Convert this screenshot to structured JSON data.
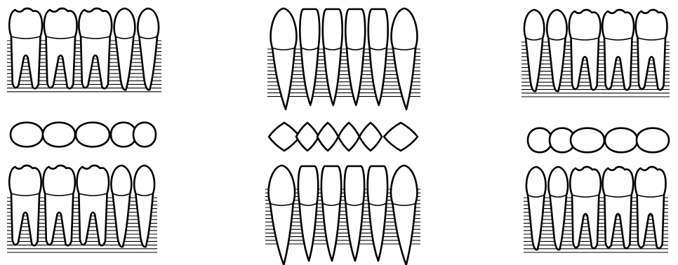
{
  "figure": {
    "background": "#ffffff",
    "ink": "#000000"
  },
  "panels": [
    {
      "id": "upper-left",
      "row": "upper",
      "group": "left",
      "tooth_types": [
        "molar",
        "molar",
        "molar",
        "premolar",
        "premolar"
      ]
    },
    {
      "id": "upper-center",
      "row": "upper",
      "group": "center",
      "tooth_types": [
        "canine",
        "incisor",
        "incisor",
        "incisor",
        "incisor",
        "canine"
      ]
    },
    {
      "id": "upper-right",
      "row": "upper",
      "group": "right",
      "tooth_types": [
        "premolar",
        "premolar",
        "molar",
        "molar",
        "molar"
      ]
    },
    {
      "id": "lower-left",
      "row": "lower",
      "group": "left",
      "tooth_types": [
        "molar",
        "molar",
        "molar",
        "premolar",
        "premolar"
      ]
    },
    {
      "id": "lower-center",
      "row": "lower",
      "group": "center",
      "tooth_types": [
        "canine",
        "incisor",
        "incisor",
        "incisor",
        "incisor",
        "canine"
      ]
    },
    {
      "id": "lower-right",
      "row": "lower",
      "group": "right",
      "tooth_types": [
        "premolar",
        "premolar",
        "molar",
        "molar",
        "molar"
      ]
    }
  ],
  "occlusal_rows": [
    {
      "id": "occlusal-left",
      "shapes": [
        "round",
        "round",
        "round",
        "round",
        "round"
      ]
    },
    {
      "id": "occlusal-center",
      "shapes": [
        "diamond",
        "diamond",
        "diamond",
        "diamond",
        "diamond",
        "diamond"
      ]
    },
    {
      "id": "occlusal-right",
      "shapes": [
        "round",
        "round",
        "round",
        "round",
        "round"
      ]
    }
  ]
}
